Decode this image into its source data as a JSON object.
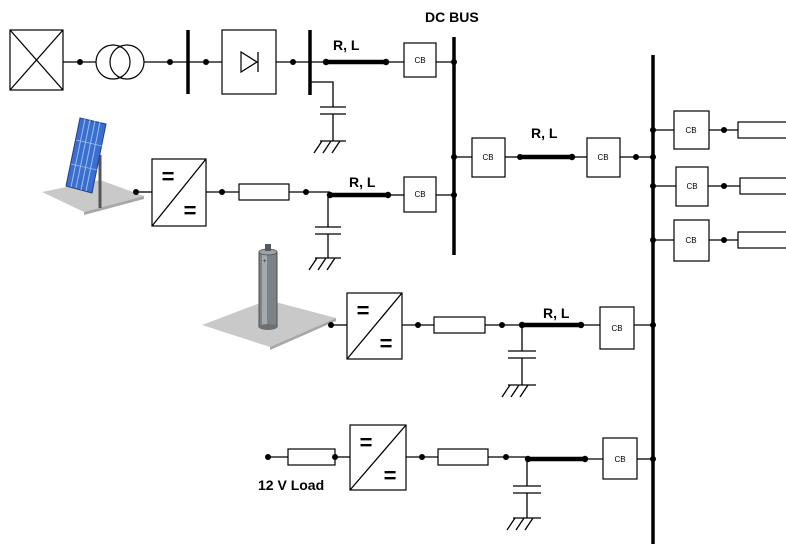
{
  "labels": {
    "dc_bus": "DC BUS",
    "rl": "R, L",
    "cb": "CB",
    "load_12v": "12 V Load",
    "equals": "="
  },
  "icons": {
    "ac_source": "crossed-box-icon",
    "transformer": "transformer-icon",
    "rectifier": "diode-rectifier-icon",
    "solar_panel": "solar-panel-icon",
    "battery": "battery-icon",
    "dc_dc_converter": "dc-dc-converter-icon",
    "capacitor_to_ground": "capacitor-ground-icon",
    "load_resistor": "resistor-icon"
  },
  "colors": {
    "solar_panel": "#3a6fd0",
    "battery_body": "#7d8287",
    "platform": "#c9c9c9"
  }
}
